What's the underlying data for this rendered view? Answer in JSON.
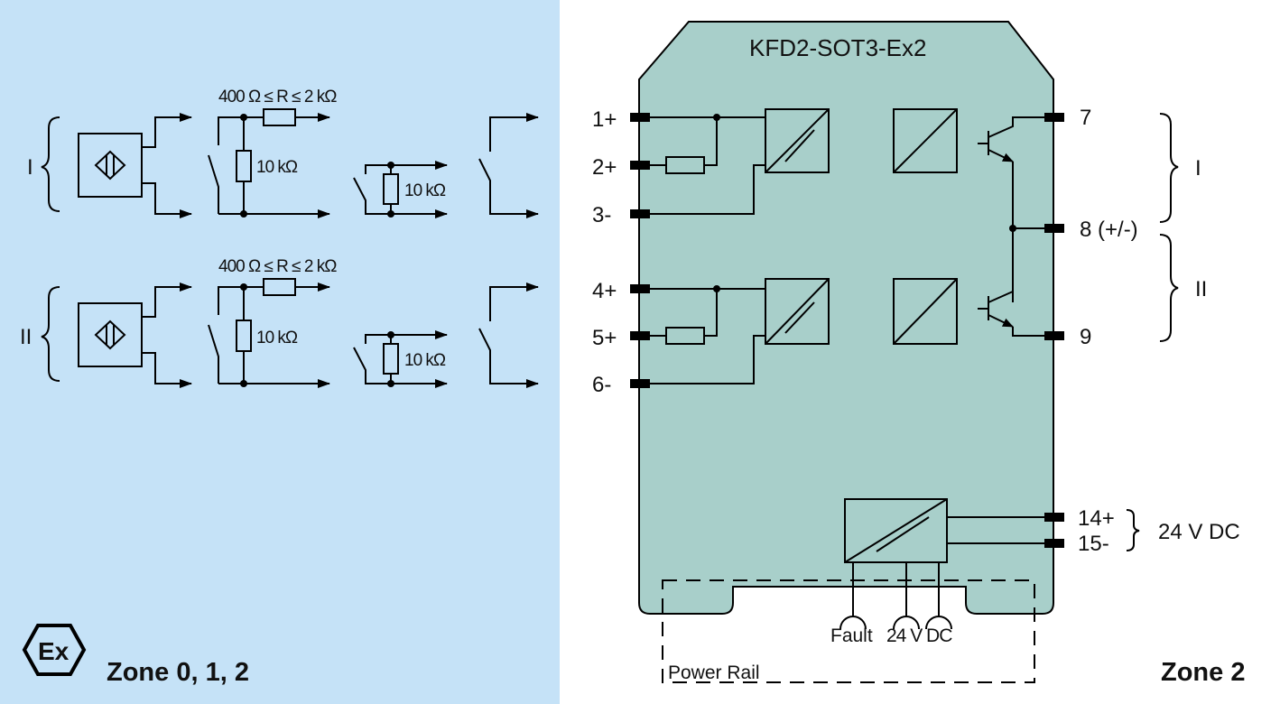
{
  "left_zone": {
    "background": "#c5e2f7",
    "zone_label": "Zone 0, 1, 2",
    "ex_symbol": "Ex",
    "channels": [
      {
        "id": "I",
        "series_resistor": "400 Ω ≤ R ≤ 2 kΩ",
        "shunt_resistor": "10 kΩ",
        "parallel_resistor": "10 kΩ"
      },
      {
        "id": "II",
        "series_resistor": "400 Ω ≤ R ≤ 2 kΩ",
        "shunt_resistor": "10 kΩ",
        "parallel_resistor": "10 kΩ"
      }
    ]
  },
  "device": {
    "name": "KFD2-SOT3-Ex2",
    "fill": "#a8cfca",
    "input_pins": [
      "1+",
      "2+",
      "3-",
      "4+",
      "5+",
      "6-"
    ],
    "output_pins": [
      "7",
      "8 (+/-)",
      "9"
    ],
    "output_groups": [
      "I",
      "II"
    ],
    "supply_pins": [
      "14+",
      "15-"
    ],
    "supply_label": "24 V DC",
    "rail_labels": {
      "fault": "Fault",
      "supply": "24 V DC"
    },
    "power_rail": "Power Rail"
  },
  "right_zone": {
    "zone_label": "Zone 2"
  }
}
